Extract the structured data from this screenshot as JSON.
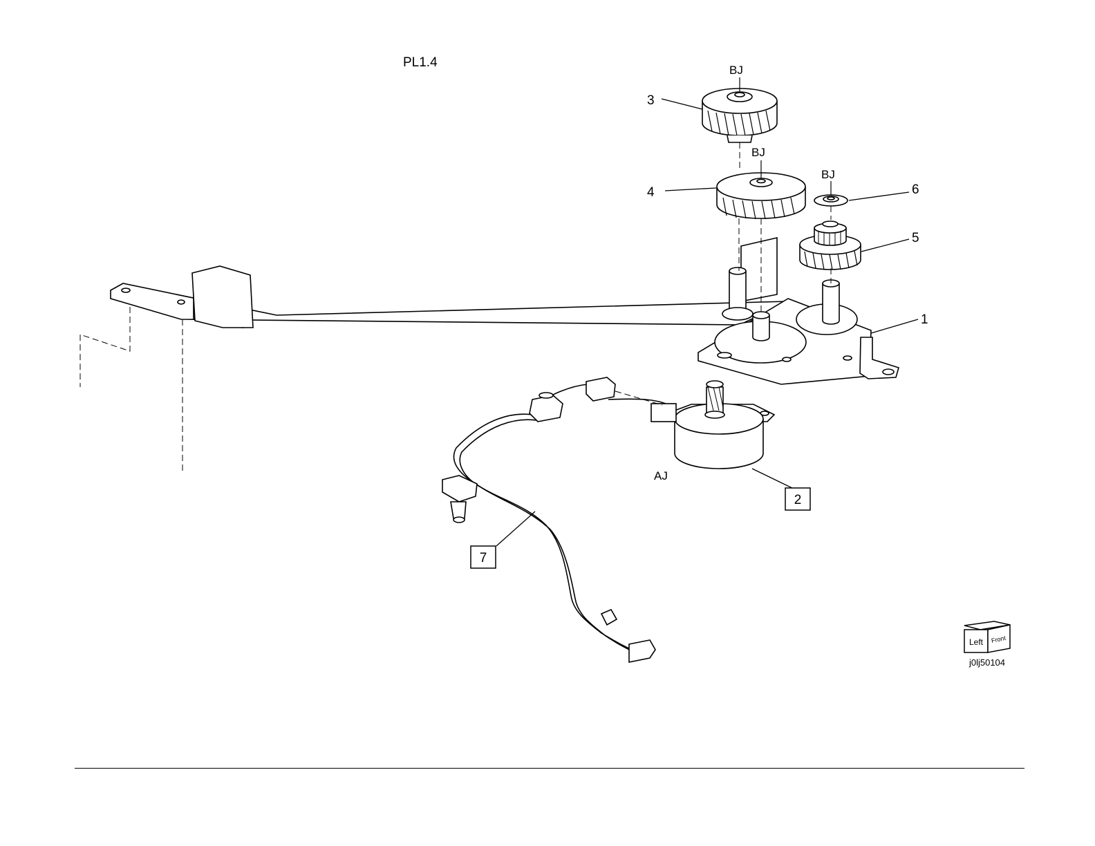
{
  "page": {
    "title": "PL1.4"
  },
  "figure": {
    "callouts": [
      {
        "id": "1",
        "boxed": false
      },
      {
        "id": "2",
        "boxed": true
      },
      {
        "id": "3",
        "boxed": false
      },
      {
        "id": "4",
        "boxed": false
      },
      {
        "id": "5",
        "boxed": false
      },
      {
        "id": "6",
        "boxed": false
      },
      {
        "id": "7",
        "boxed": true
      }
    ],
    "hardware_labels": [
      "BJ",
      "BJ",
      "BJ",
      "AJ"
    ],
    "orientation": {
      "left": "Left",
      "front": "Front"
    },
    "image_id": "j0lj50104"
  }
}
